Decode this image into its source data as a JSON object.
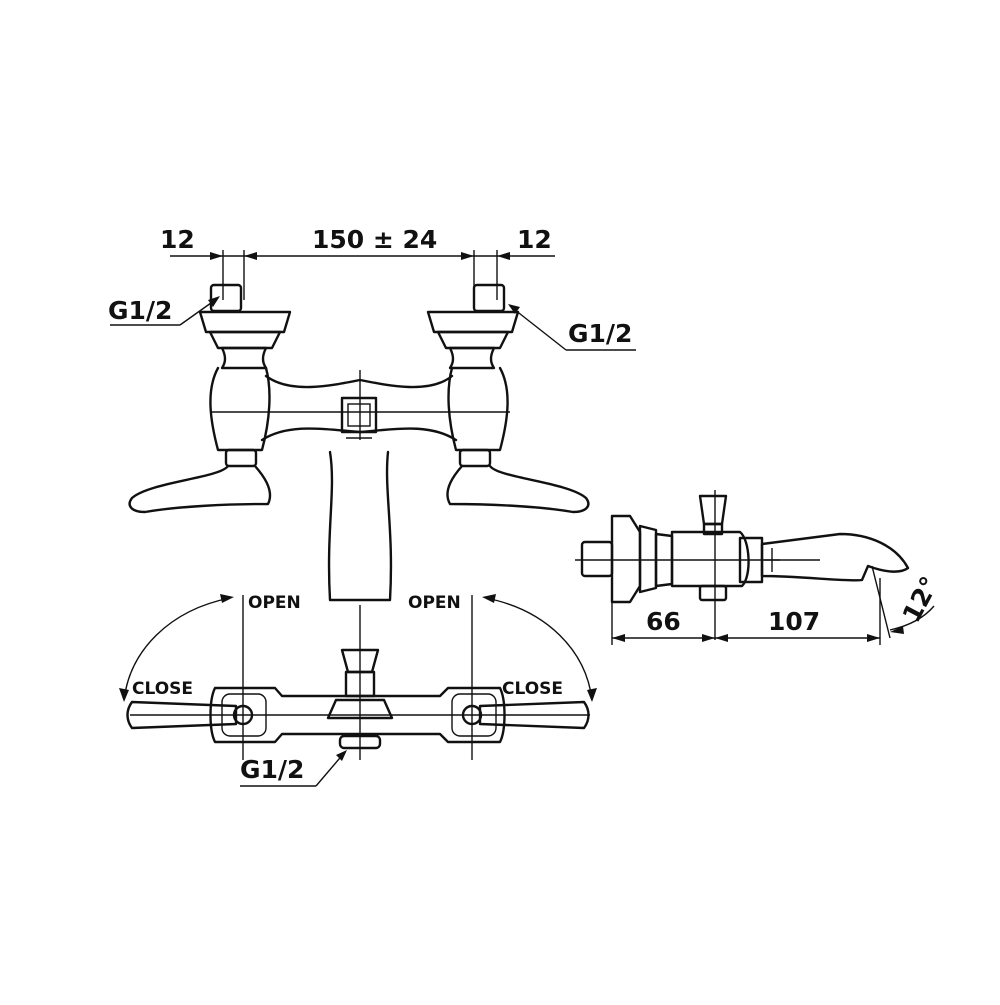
{
  "labels": {
    "dim_left": "12",
    "dim_center": "150 ± 24",
    "dim_right": "12",
    "thread_top_left": "G1/2",
    "thread_top_right": "G1/2",
    "thread_bottom": "G1/2",
    "open_left": "OPEN",
    "open_right": "OPEN",
    "close_left": "CLOSE",
    "close_right": "CLOSE",
    "dim_side_66": "66",
    "dim_side_107": "107",
    "angle": "12°"
  },
  "colors": {
    "line": "#111111",
    "background": "#ffffff"
  }
}
